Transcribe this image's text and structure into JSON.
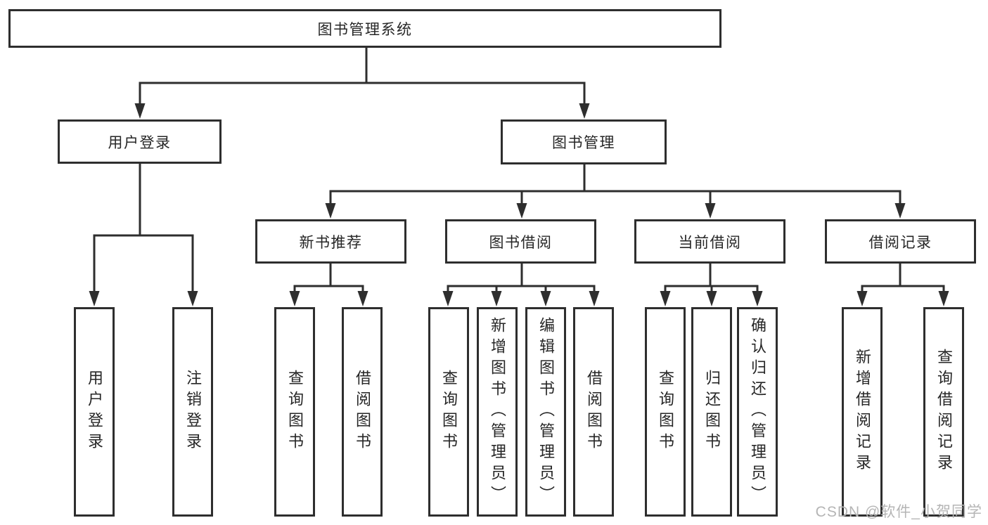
{
  "diagram": {
    "title": "图书管理系统",
    "branches": [
      {
        "label": "用户登录",
        "children": [
          "用户登录",
          "注销登录"
        ]
      },
      {
        "label": "图书管理",
        "sections": [
          {
            "label": "新书推荐",
            "children": [
              "查询图书",
              "借阅图书"
            ]
          },
          {
            "label": "图书借阅",
            "children": [
              "查询图书",
              "新增图书（管理员）",
              "编辑图书（管理员）",
              "借阅图书"
            ]
          },
          {
            "label": "当前借阅",
            "children": [
              "查询图书",
              "归还图书",
              "确认归还（管理员）"
            ]
          },
          {
            "label": "借阅记录",
            "children": [
              "新增借阅记录",
              "查询借阅记录"
            ]
          }
        ]
      }
    ]
  },
  "watermark": "CSDN @软件_小贺同学",
  "colors": {
    "line": "#2e2e2e",
    "text": "#262626",
    "watermark": "#b5b5b5",
    "background": "#ffffff"
  }
}
